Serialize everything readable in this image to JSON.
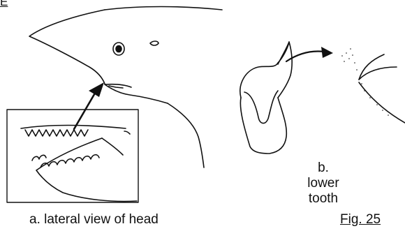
{
  "labels": {
    "head_caption": "a. lateral view of head",
    "tooth_caption_letter": "b.",
    "tooth_caption_line1": "lower",
    "tooth_caption_line2": "tooth",
    "figure_number": "Fig. 25",
    "corner_mark": "E"
  },
  "colors": {
    "ink": "#111111",
    "paper": "#ffffff"
  }
}
